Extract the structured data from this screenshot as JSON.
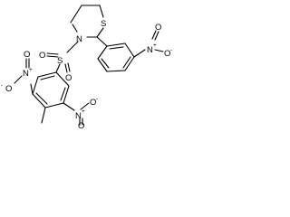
{
  "molecule": {
    "atoms": {
      "s_ring": "S",
      "n_ring": "N",
      "s_sulfonyl": "S",
      "o_sulfonyl_top": "O",
      "o_sulfonyl_bottom": "O",
      "n_nitro_right": "N",
      "o_nitro_right_top": "O",
      "o_nitro_right_bottom": "O",
      "n_nitro_left": "N",
      "o_nitro_left_top": "O",
      "o_nitro_left_side": "O",
      "n_nitro_bottom": "N",
      "o_nitro_bottom_side": "O",
      "o_nitro_bottom_low": "O"
    },
    "charges": {
      "plus": "+",
      "minus": "-"
    }
  }
}
